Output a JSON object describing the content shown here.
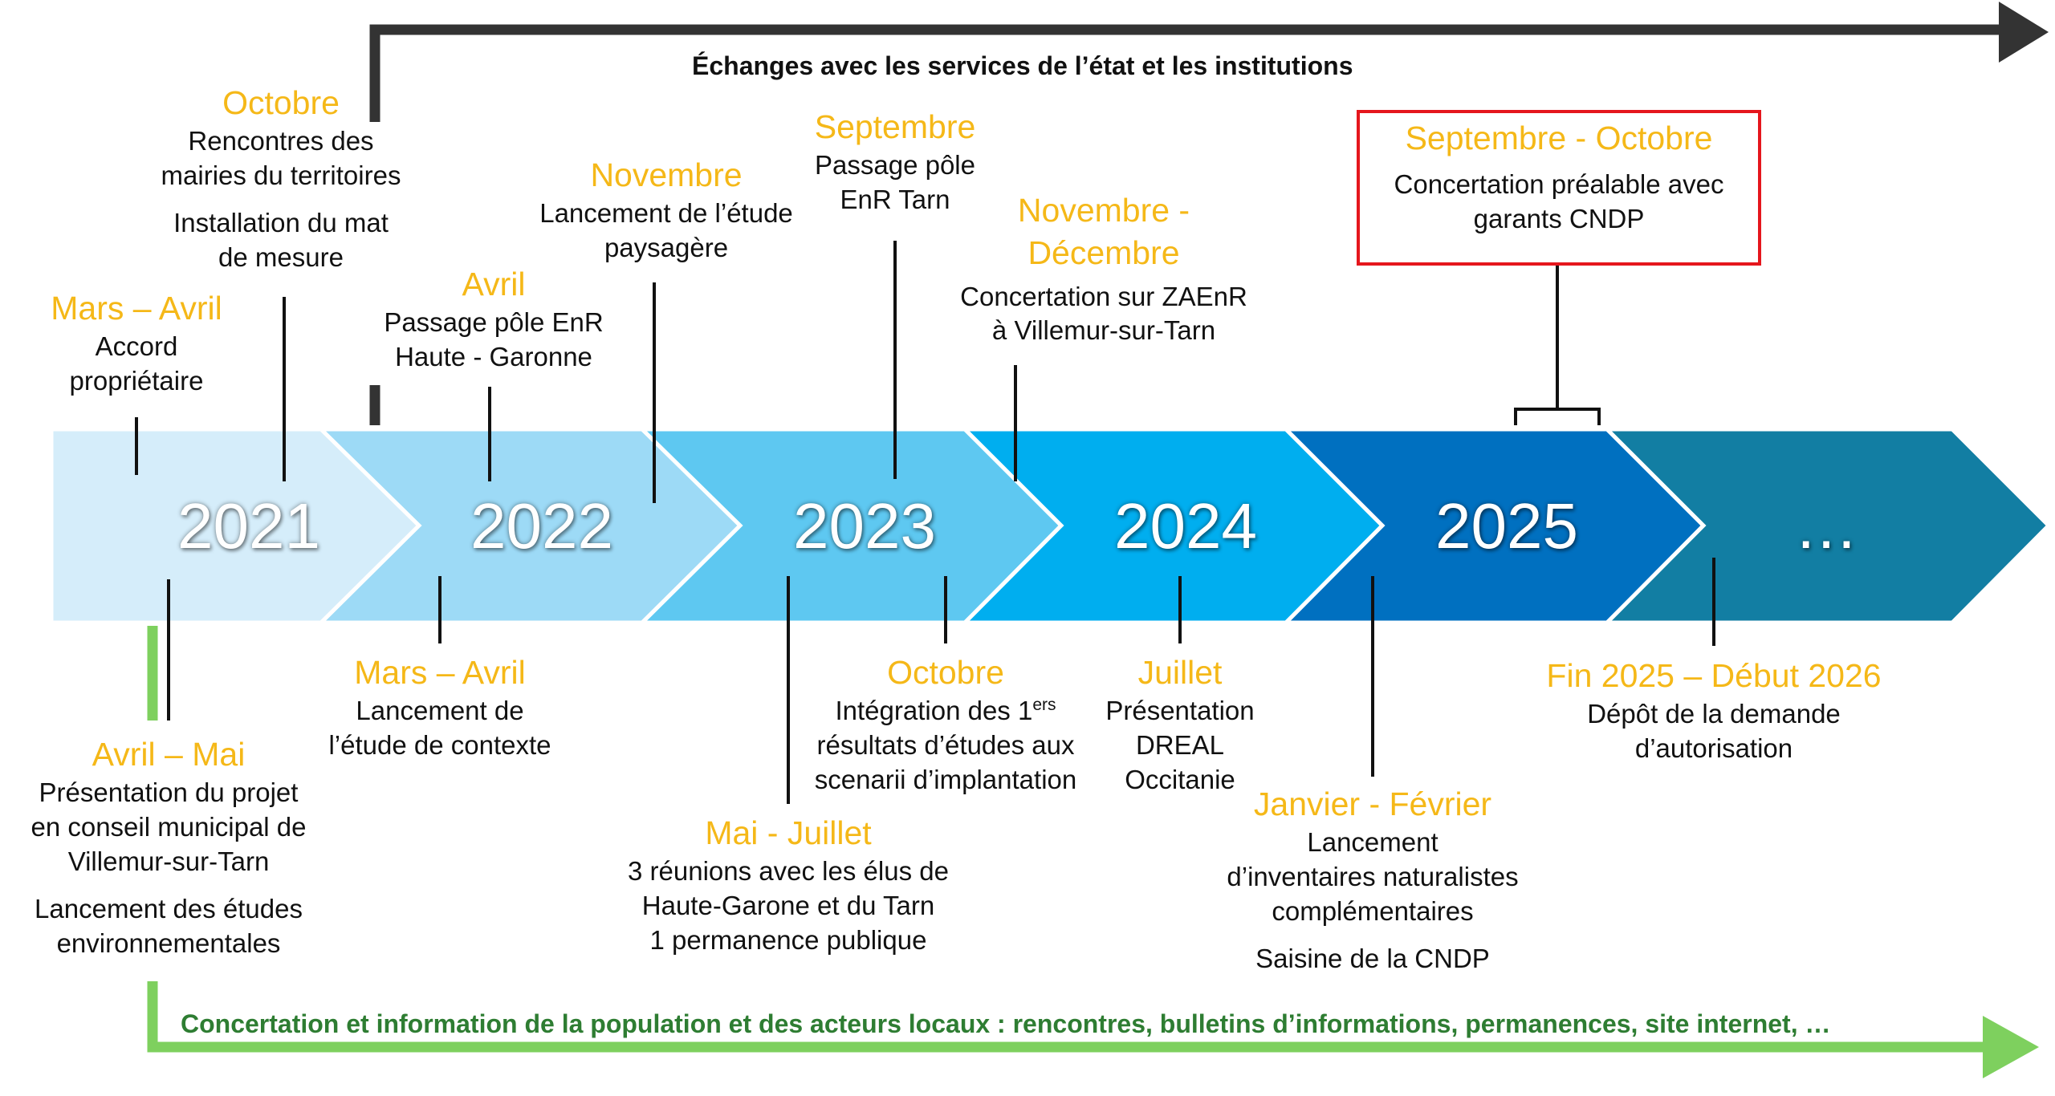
{
  "banners": {
    "top": "Échanges  avec les services de l’état et les institutions",
    "bottom": "Concertation et information de la population et des acteurs locaux : rencontres, bulletins d’informations, permanences, site internet, …"
  },
  "years": [
    "2021",
    "2022",
    "2023",
    "2024",
    "2025",
    "…"
  ],
  "colors": {
    "top_arrow": "#333333",
    "bottom_arrow": "#7ED05E",
    "bottom_text": "#2E7D32",
    "month_text": "#F5B818",
    "highlight_border": "#E5161D",
    "segments": [
      "#D5EDFA",
      "#9DDAF6",
      "#5EC8F1",
      "#00AEEF",
      "#0070C0",
      "#127EA3"
    ]
  },
  "events_above": [
    {
      "month": "Mars – Avril",
      "desc": [
        "Accord",
        "propriétaire"
      ]
    },
    {
      "month": "Octobre",
      "desc": [
        "Rencontres des",
        "mairies du  territoires"
      ],
      "desc2": [
        "Installation du mat",
        "de mesure"
      ]
    },
    {
      "month": "Avril",
      "desc": [
        "Passage pôle EnR",
        "Haute - Garonne"
      ]
    },
    {
      "month": "Novembre",
      "desc": [
        "Lancement de l’étude",
        "paysagère"
      ]
    },
    {
      "month": "Septembre",
      "desc": [
        "Passage pôle",
        "EnR Tarn"
      ]
    },
    {
      "month": [
        "Novembre -",
        "Décembre"
      ],
      "desc": [
        "Concertation sur ZAEnR",
        "à Villemur-sur-Tarn"
      ]
    },
    {
      "month": "Septembre - Octobre",
      "desc": [
        "Concertation préalable avec",
        "garants CNDP"
      ]
    }
  ],
  "events_below": [
    {
      "month": "Avril – Mai",
      "desc": [
        "Présentation du projet",
        "en conseil municipal de",
        "Villemur-sur-Tarn"
      ],
      "desc2": [
        "Lancement des études",
        "environnementales"
      ]
    },
    {
      "month": "Mars – Avril",
      "desc": [
        "Lancement de",
        "l’étude de contexte"
      ]
    },
    {
      "month": "Mai - Juillet",
      "desc": [
        "3 réunions avec les élus de",
        "Haute-Garone et du Tarn",
        "1 permanence publique"
      ]
    },
    {
      "month": "Octobre",
      "desc_first_prefix": "Intégration des 1",
      "desc_first_sup": "ers",
      "desc": [
        "résultats d’études aux",
        "scenarii d’implantation"
      ]
    },
    {
      "month": "Juillet",
      "desc": [
        "Présentation",
        "DREAL",
        "Occitanie"
      ]
    },
    {
      "month": "Janvier - Février",
      "desc": [
        "Lancement",
        "d’inventaires naturalistes",
        "complémentaires"
      ],
      "desc2": [
        "Saisine de la CNDP"
      ]
    },
    {
      "month": "Fin 2025 – Début 2026",
      "desc": [
        "Dépôt de la demande",
        "d’autorisation"
      ]
    }
  ]
}
